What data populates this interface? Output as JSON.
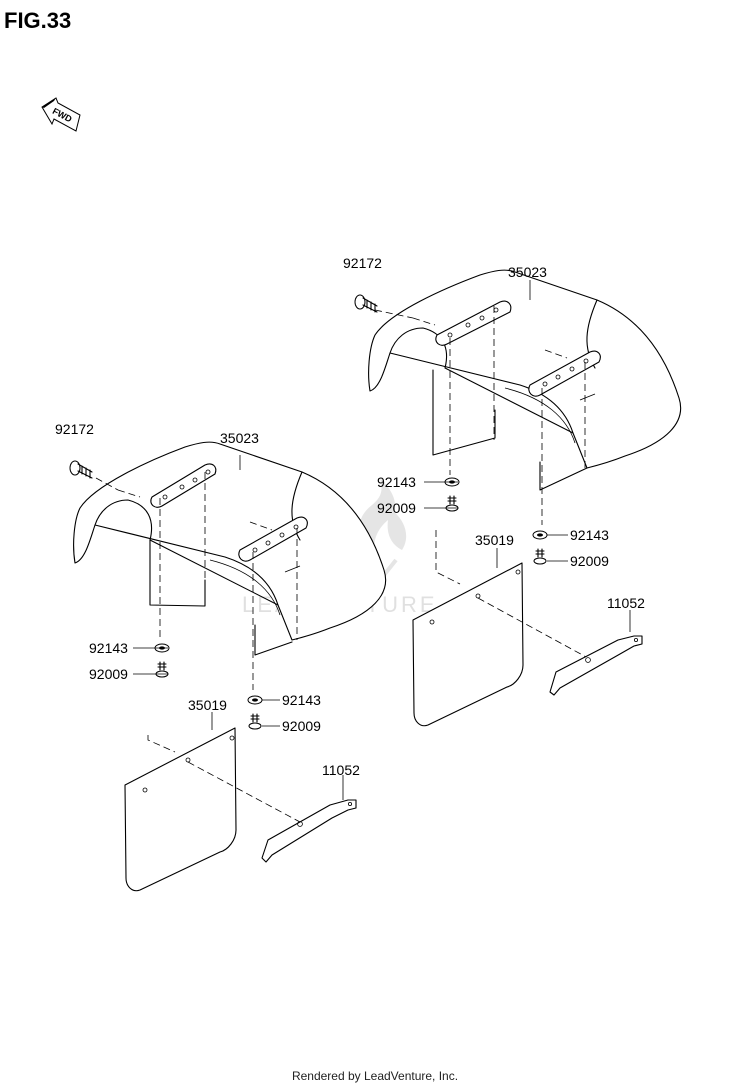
{
  "figure": {
    "title": "FIG.33"
  },
  "fwd_indicator": {
    "text": "FWD",
    "icon": "fwd-arrow-icon"
  },
  "watermark": {
    "text": "LEADVENTURE",
    "icon": "flame-logo-icon"
  },
  "left_assembly": {
    "labels": {
      "screw": "92172",
      "fender": "35023",
      "washer_upper": "92143",
      "bolt_upper": "92009",
      "washer_lower": "92143",
      "bolt_lower": "92009",
      "mud_flap": "35019",
      "bracket": "11052"
    }
  },
  "right_assembly": {
    "labels": {
      "screw": "92172",
      "fender": "35023",
      "washer_upper": "92143",
      "bolt_upper": "92009",
      "washer_lower": "92143",
      "bolt_lower": "92009",
      "mud_flap": "35019",
      "bracket": "11052"
    }
  },
  "footer": {
    "text": "Rendered by LeadVenture, Inc."
  }
}
